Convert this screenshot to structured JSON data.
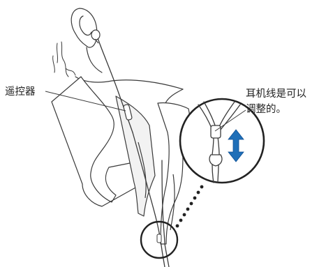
{
  "labels": {
    "remote": "遥控器",
    "adjust_line1": "耳机线是可以",
    "adjust_line2": "调整的。"
  },
  "colors": {
    "line": "#3a3a3a",
    "arrow": "#1f6fb8",
    "arrow_dark": "#0d4f94",
    "shirt_shade": "#f2f2f2"
  }
}
